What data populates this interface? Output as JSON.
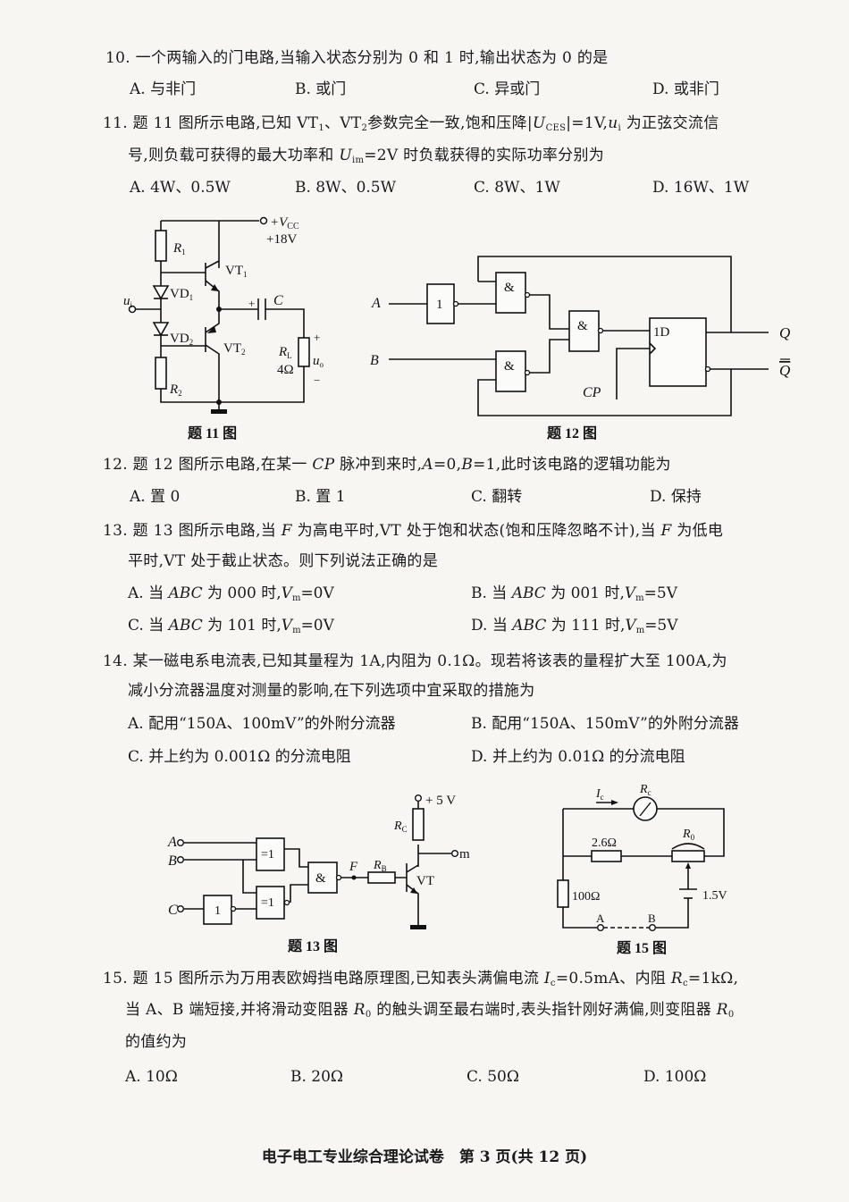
{
  "q10": {
    "stem": [
      [
        {
          "t": "10. 一个两输入的门电路,当输入状态分别为 0 和 1 时,输出状态为 0 的是"
        }
      ]
    ],
    "options": [
      [
        {
          "t": "A. 与非门"
        }
      ],
      [
        {
          "t": "B. 或门"
        }
      ],
      [
        {
          "t": "C. 异或门"
        }
      ],
      [
        {
          "t": "D. 或非门"
        }
      ]
    ]
  },
  "q11": {
    "stem": [
      [
        {
          "t": "11. 题 11 图所示电路,已知 VT"
        },
        {
          "t": "1",
          "s": "sub"
        },
        {
          "t": "、VT"
        },
        {
          "t": "2",
          "s": "sub"
        },
        {
          "t": "参数完全一致,饱和压降|"
        },
        {
          "t": "U",
          "s": "i"
        },
        {
          "t": "CES",
          "s": "sub"
        },
        {
          "t": "|=1V,"
        },
        {
          "t": "u",
          "s": "i"
        },
        {
          "t": "i",
          "s": "sub"
        },
        {
          "t": " 为正弦交流信"
        }
      ],
      [
        {
          "t": "号,则负载可获得的最大功率和 "
        },
        {
          "t": "U",
          "s": "i"
        },
        {
          "t": "im",
          "s": "sub"
        },
        {
          "t": "=2V 时负载获得的实际功率分别为"
        }
      ]
    ],
    "options": [
      [
        {
          "t": "A. 4W、0.5W"
        }
      ],
      [
        {
          "t": "B. 8W、0.5W"
        }
      ],
      [
        {
          "t": "C. 8W、1W"
        }
      ],
      [
        {
          "t": "D. 16W、1W"
        }
      ]
    ]
  },
  "fig11": {
    "vcc": "+V",
    "vcc_sub": "CC",
    "vcc_val": "+18V",
    "r1": "R",
    "r1_sub": "1",
    "vt1": "VT",
    "vt1_sub": "1",
    "vd1": "VD",
    "vd1_sub": "1",
    "ui": "u",
    "ui_sub": "i",
    "vd2": "VD",
    "vd2_sub": "2",
    "vt2": "VT",
    "vt2_sub": "2",
    "r2": "R",
    "r2_sub": "2",
    "c": "C",
    "cplus": "+",
    "rl": "R",
    "rl_sub": "L",
    "rl_val": "4Ω",
    "uo": "u",
    "uo_sub": "o",
    "uo_plus": "+",
    "uo_minus": "−",
    "caption": "题 11 图"
  },
  "fig12": {
    "a": "A",
    "b": "B",
    "not": "1",
    "and1": "&",
    "and2": "&",
    "and3": "&",
    "ff": "1D",
    "cp": "CP",
    "q": "Q",
    "qbar": "Q",
    "caption": "题 12 图"
  },
  "q12": {
    "stem": [
      [
        {
          "t": "12. 题 12 图所示电路,在某一 "
        },
        {
          "t": "CP",
          "s": "i"
        },
        {
          "t": " 脉冲到来时,"
        },
        {
          "t": "A",
          "s": "i"
        },
        {
          "t": "=0,"
        },
        {
          "t": "B",
          "s": "i"
        },
        {
          "t": "=1,此时该电路的逻辑功能为"
        }
      ]
    ],
    "options": [
      [
        {
          "t": "A. 置 0"
        }
      ],
      [
        {
          "t": "B. 置 1"
        }
      ],
      [
        {
          "t": "C. 翻转"
        }
      ],
      [
        {
          "t": "D. 保持"
        }
      ]
    ]
  },
  "q13": {
    "stem": [
      [
        {
          "t": "13. 题 13 图所示电路,当 "
        },
        {
          "t": "F",
          "s": "i"
        },
        {
          "t": " 为高电平时,VT 处于饱和状态(饱和压降忽略不计),当 "
        },
        {
          "t": "F",
          "s": "i"
        },
        {
          "t": " 为低电"
        }
      ],
      [
        {
          "t": "平时,VT 处于截止状态。则下列说法正确的是"
        }
      ]
    ],
    "options": [
      [
        {
          "t": "A. 当 "
        },
        {
          "t": "ABC",
          "s": "i"
        },
        {
          "t": " 为 000 时,"
        },
        {
          "t": "V",
          "s": "i"
        },
        {
          "t": "m",
          "s": "sub"
        },
        {
          "t": "=0V"
        }
      ],
      [
        {
          "t": "B. 当 "
        },
        {
          "t": "ABC",
          "s": "i"
        },
        {
          "t": " 为 001 时,"
        },
        {
          "t": "V",
          "s": "i"
        },
        {
          "t": "m",
          "s": "sub"
        },
        {
          "t": "=5V"
        }
      ],
      [
        {
          "t": "C. 当 "
        },
        {
          "t": "ABC",
          "s": "i"
        },
        {
          "t": " 为 101 时,"
        },
        {
          "t": "V",
          "s": "i"
        },
        {
          "t": "m",
          "s": "sub"
        },
        {
          "t": "=0V"
        }
      ],
      [
        {
          "t": "D. 当 "
        },
        {
          "t": "ABC",
          "s": "i"
        },
        {
          "t": " 为 111 时,"
        },
        {
          "t": "V",
          "s": "i"
        },
        {
          "t": "m",
          "s": "sub"
        },
        {
          "t": "=5V"
        }
      ]
    ]
  },
  "q14": {
    "stem": [
      [
        {
          "t": "14. 某一磁电系电流表,已知其量程为 1A,内阻为 0.1Ω。现若将该表的量程扩大至 100A,为"
        }
      ],
      [
        {
          "t": "减小分流器温度对测量的影响,在下列选项中宜采取的措施为"
        }
      ]
    ],
    "options": [
      [
        {
          "t": "A. 配用“150A、100mV”的外附分流器"
        }
      ],
      [
        {
          "t": "B. 配用“150A、150mV”的外附分流器"
        }
      ],
      [
        {
          "t": "C. 并上约为 0.001Ω 的分流电阻"
        }
      ],
      [
        {
          "t": "D. 并上约为 0.01Ω 的分流电阻"
        }
      ]
    ]
  },
  "fig13": {
    "a": "A",
    "b": "B",
    "c": "C",
    "xor1": "=1",
    "xor2": "=1",
    "not": "1",
    "and": "&",
    "f": "F",
    "rb": "R",
    "rb_sub": "B",
    "rc": "R",
    "rc_sub": "C",
    "vcc": "+ 5 V",
    "m": "m",
    "vt": "VT",
    "caption": "题 13 图"
  },
  "fig15": {
    "ic": "I",
    "ic_sub": "c",
    "rc": "R",
    "rc_sub": "c",
    "r26": "2.6Ω",
    "r0": "R",
    "r0_sub": "0",
    "r100": "100Ω",
    "bat": "1.5V",
    "a": "A",
    "b": "B",
    "caption": "题 15 图"
  },
  "q15": {
    "stem": [
      [
        {
          "t": "15. 题 15 图所示为万用表欧姆挡电路原理图,已知表头满偏电流 "
        },
        {
          "t": "I",
          "s": "i"
        },
        {
          "t": "c",
          "s": "sub"
        },
        {
          "t": "=0.5mA、内阻 "
        },
        {
          "t": "R",
          "s": "i"
        },
        {
          "t": "c",
          "s": "sub"
        },
        {
          "t": "=1kΩ,"
        }
      ],
      [
        {
          "t": "当 A、B 端短接,并将滑动变阻器 "
        },
        {
          "t": "R",
          "s": "i"
        },
        {
          "t": "0",
          "s": "sub"
        },
        {
          "t": " 的触头调至最右端时,表头指针刚好满偏,则变阻器 "
        },
        {
          "t": "R",
          "s": "i"
        },
        {
          "t": "0",
          "s": "sub"
        }
      ],
      [
        {
          "t": "的值约为"
        }
      ]
    ],
    "options": [
      [
        {
          "t": "A. 10Ω"
        }
      ],
      [
        {
          "t": "B. 20Ω"
        }
      ],
      [
        {
          "t": "C. 50Ω"
        }
      ],
      [
        {
          "t": "D. 100Ω"
        }
      ]
    ]
  },
  "footer": "电子电工专业综合理论试卷　第 3 页(共 12 页)"
}
